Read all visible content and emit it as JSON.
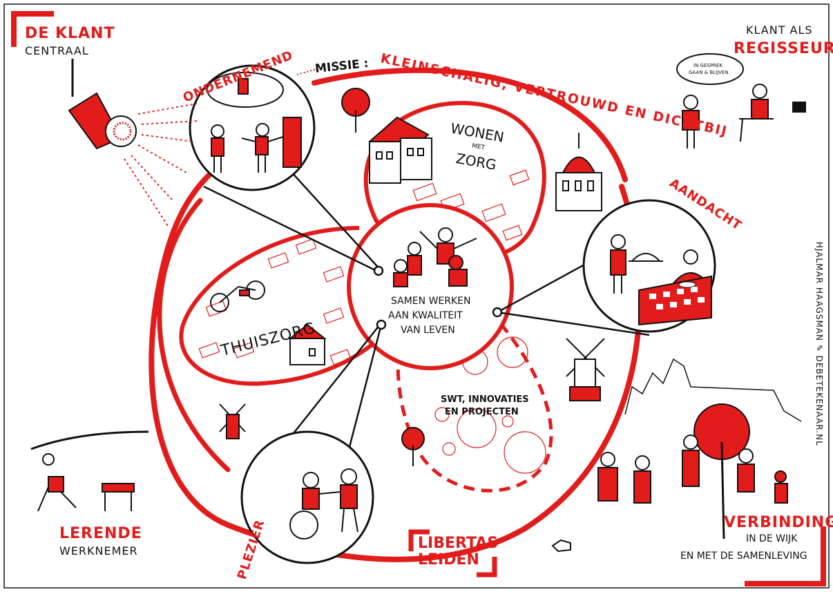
{
  "corner_tl": {
    "line1": "DE KLANT",
    "line2": "CENTRAAL"
  },
  "corner_tr": {
    "line1": "KLANT ALS",
    "line2": "REGISSEUR"
  },
  "corner_bl": {
    "line1": "LERENDE",
    "line2": "WERKNEMER"
  },
  "corner_br": {
    "line1": "VERBINDING",
    "line2": "IN DE WIJK",
    "line3": "EN MET DE SAMENLEVING"
  },
  "mission": {
    "prefix": "MISSIE :",
    "text": "KLEINSCHALIG, VERTROUWD EN DICHTBIJ"
  },
  "labels": {
    "ondernemend": "ONDERNEMEND",
    "aandacht": "AANDACHT",
    "plezier": "PLEZIER",
    "wonen_1": "WONEN",
    "wonen_2": "MET",
    "wonen_3": "ZORG",
    "thuiszorg": "THUISZORG",
    "swt_1": "SWT, INNOVATIES",
    "swt_2": "EN PROJECTEN",
    "center_1": "SAMEN WERKEN",
    "center_2": "AAN KWALITEIT",
    "center_3": "VAN LEVEN",
    "speech_1": "IN GESPREK",
    "speech_2": "GAAN & BLIJVEN"
  },
  "logo": {
    "line1": "LIBERTAS",
    "line2": "LEIDEN"
  },
  "credit": "HJALMAR HAAGSMAN ✎ DEBETEKENAAR.NL",
  "colors": {
    "accent": "#e21b1b",
    "ink": "#111111",
    "background": "#ffffff"
  }
}
